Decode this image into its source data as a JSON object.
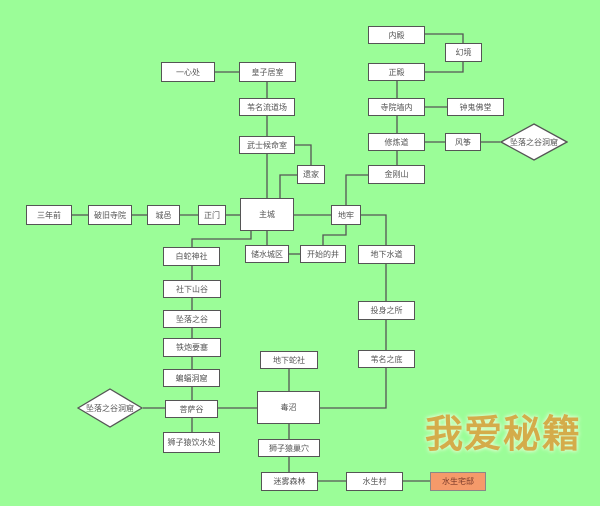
{
  "nodes": {
    "neidian": "内殿",
    "huanjing": "幻境",
    "zhengdian": "正殿",
    "siyuanqiangnei": "寺院墙内",
    "zhongguifotang": "钟鬼佛堂",
    "xiuliandao": "修炼道",
    "fengzheng": "风筝",
    "zhuiluo_dongku_right": "坠落之谷洞窟",
    "jingangshan": "金刚山",
    "huangzijushi": "皇子居室",
    "yixinchu": "一心处",
    "weiming_daochang": "苇名流道场",
    "wushi_houmingshi": "武士候命室",
    "yijia": "遗家",
    "zhucheng": "主城",
    "sannianqian": "三年前",
    "pojiusiyuan": "破旧寺院",
    "chengyi": "城邑",
    "zhengmen": "正门",
    "dilao": "地牢",
    "baishe_shenshe": "白蛇神社",
    "zhushui_chengqu": "储水城区",
    "kaishi_dejing": "开始的井",
    "dixia_shuidao": "地下水道",
    "shexia_shangu": "社下山谷",
    "zhuiluo_zhigu": "坠落之谷",
    "tiepao_yaosai": "铁炮要塞",
    "bianfu_dongku": "蝙蝠洞窟",
    "pusagu": "菩萨谷",
    "zhuiluo_dongku_left": "坠落之谷洞窟",
    "shiziyuan_yinshui": "狮子猿饮水处",
    "dixia_sheshe": "地下蛇社",
    "duzhao": "毒沼",
    "shiziyuan_chaoxue": "狮子猿巢穴",
    "miwu_senlin": "迷雾森林",
    "shuishengcun": "水生村",
    "toushen_zhisuo": "投身之所",
    "weiming_zhidi": "苇名之底",
    "hidden_node": "水生宅邸"
  },
  "watermark": "我爱秘籍",
  "colors": {
    "background": "#9bfd98",
    "node_fill": "#ffffff",
    "stroke": "#555555"
  }
}
